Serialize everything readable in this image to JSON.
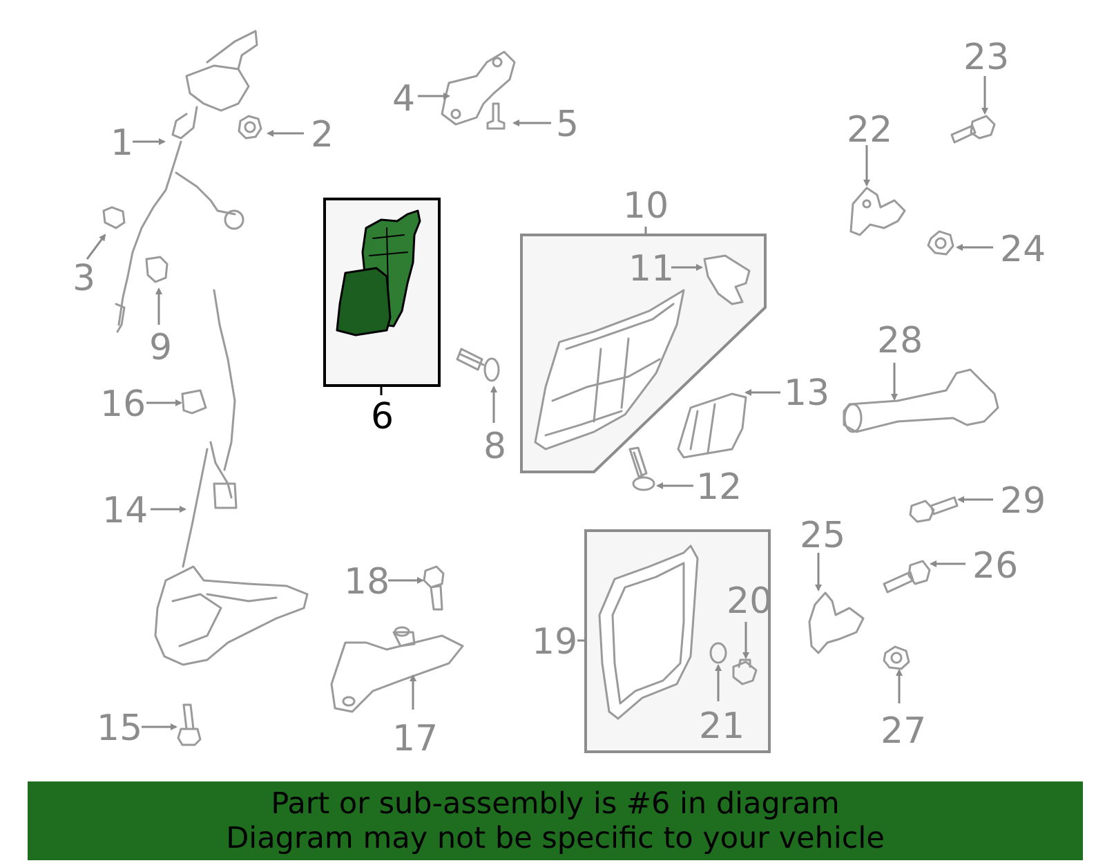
{
  "banner": {
    "line1": "Part or sub-assembly is #6 in diagram",
    "line2": "Diagram may not be specific to your vehicle",
    "background_color": "#1f6e1f"
  },
  "highlight": {
    "part_number": "6",
    "color": "#2e7d32"
  },
  "callouts": [
    "1",
    "2",
    "3",
    "4",
    "5",
    "6",
    "8",
    "9",
    "10",
    "11",
    "12",
    "13",
    "14",
    "15",
    "16",
    "17",
    "18",
    "19",
    "20",
    "21",
    "22",
    "23",
    "24",
    "25",
    "26",
    "27",
    "28",
    "29"
  ]
}
